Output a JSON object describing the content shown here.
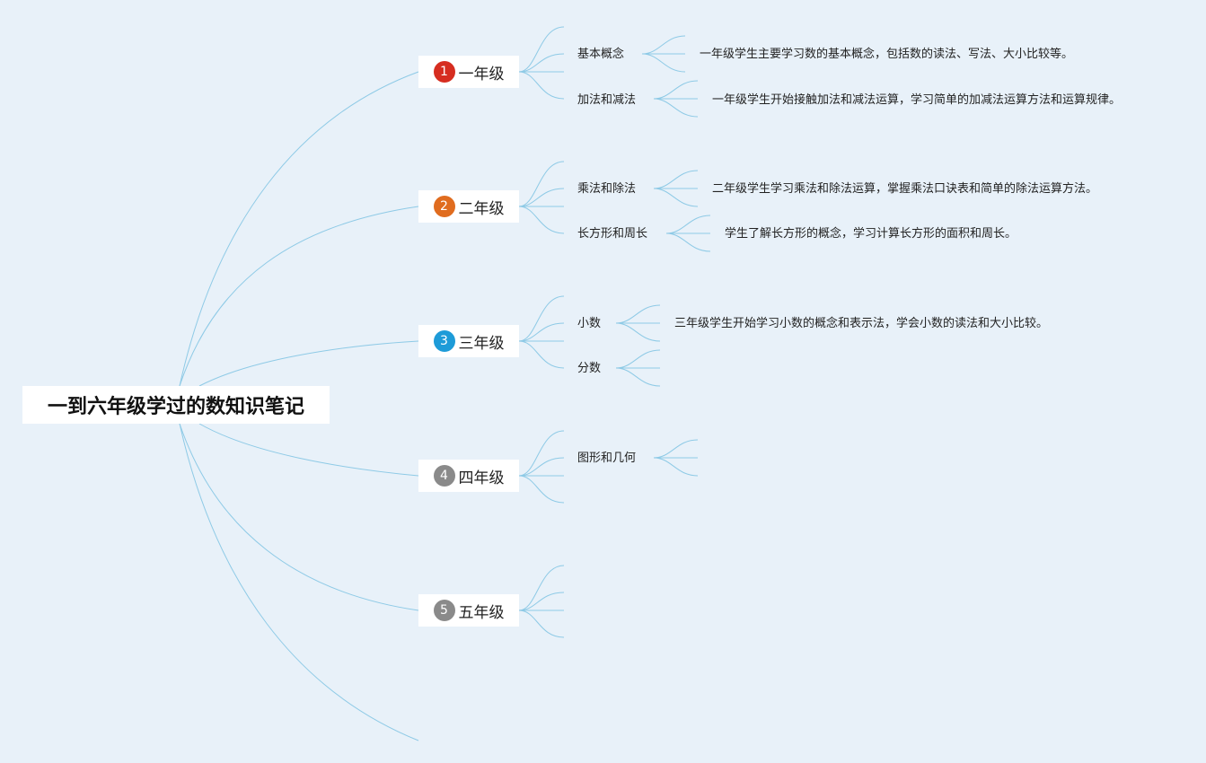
{
  "mindmap": {
    "root": {
      "label": "一到六年级学过的数知识笔记"
    },
    "branch_color": "#8ecae6",
    "grades": [
      {
        "number": "1",
        "label": "一年级",
        "badge_color": "#d62d20",
        "topics": [
          {
            "label": "基本概念",
            "detail": "一年级学生主要学习数的基本概念，包括数的读法、写法、大小比较等。"
          },
          {
            "label": "加法和减法",
            "detail": "一年级学生开始接触加法和减法运算，学习简单的加减法运算方法和运算规律。"
          }
        ]
      },
      {
        "number": "2",
        "label": "二年级",
        "badge_color": "#e06c1f",
        "topics": [
          {
            "label": "乘法和除法",
            "detail": "二年级学生学习乘法和除法运算，掌握乘法口诀表和简单的除法运算方法。"
          },
          {
            "label": "长方形和周长",
            "detail": "学生了解长方形的概念，学习计算长方形的面积和周长。"
          }
        ]
      },
      {
        "number": "3",
        "label": "三年级",
        "badge_color": "#1d9bd8",
        "topics": [
          {
            "label": "小数",
            "detail": "三年级学生开始学习小数的概念和表示法，学会小数的读法和大小比较。"
          },
          {
            "label": "分数",
            "detail": ""
          }
        ]
      },
      {
        "number": "4",
        "label": "四年级",
        "badge_color": "#8a8a8a",
        "topics": [
          {
            "label": "图形和几何",
            "detail": ""
          }
        ]
      },
      {
        "number": "5",
        "label": "五年级",
        "badge_color": "#8a8a8a",
        "topics": []
      }
    ]
  }
}
